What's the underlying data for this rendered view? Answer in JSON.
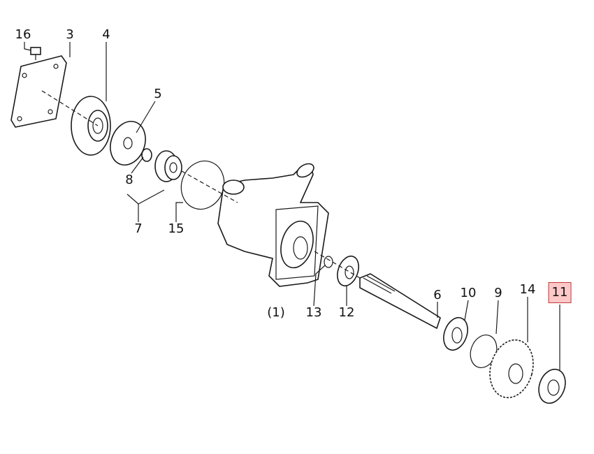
{
  "diagram": {
    "callouts": [
      {
        "id": "16",
        "text": "16"
      },
      {
        "id": "3",
        "text": "3"
      },
      {
        "id": "4",
        "text": "4"
      },
      {
        "id": "5",
        "text": "5"
      },
      {
        "id": "8",
        "text": "8"
      },
      {
        "id": "7",
        "text": "7"
      },
      {
        "id": "15",
        "text": "15"
      },
      {
        "id": "1",
        "text": "(1)"
      },
      {
        "id": "13",
        "text": "13"
      },
      {
        "id": "12",
        "text": "12"
      },
      {
        "id": "6",
        "text": "6"
      },
      {
        "id": "10",
        "text": "10"
      },
      {
        "id": "9",
        "text": "9"
      },
      {
        "id": "14",
        "text": "14"
      },
      {
        "id": "11",
        "text": "11"
      }
    ],
    "highlighted": "11",
    "highlight_color": "#ffc8c8"
  }
}
